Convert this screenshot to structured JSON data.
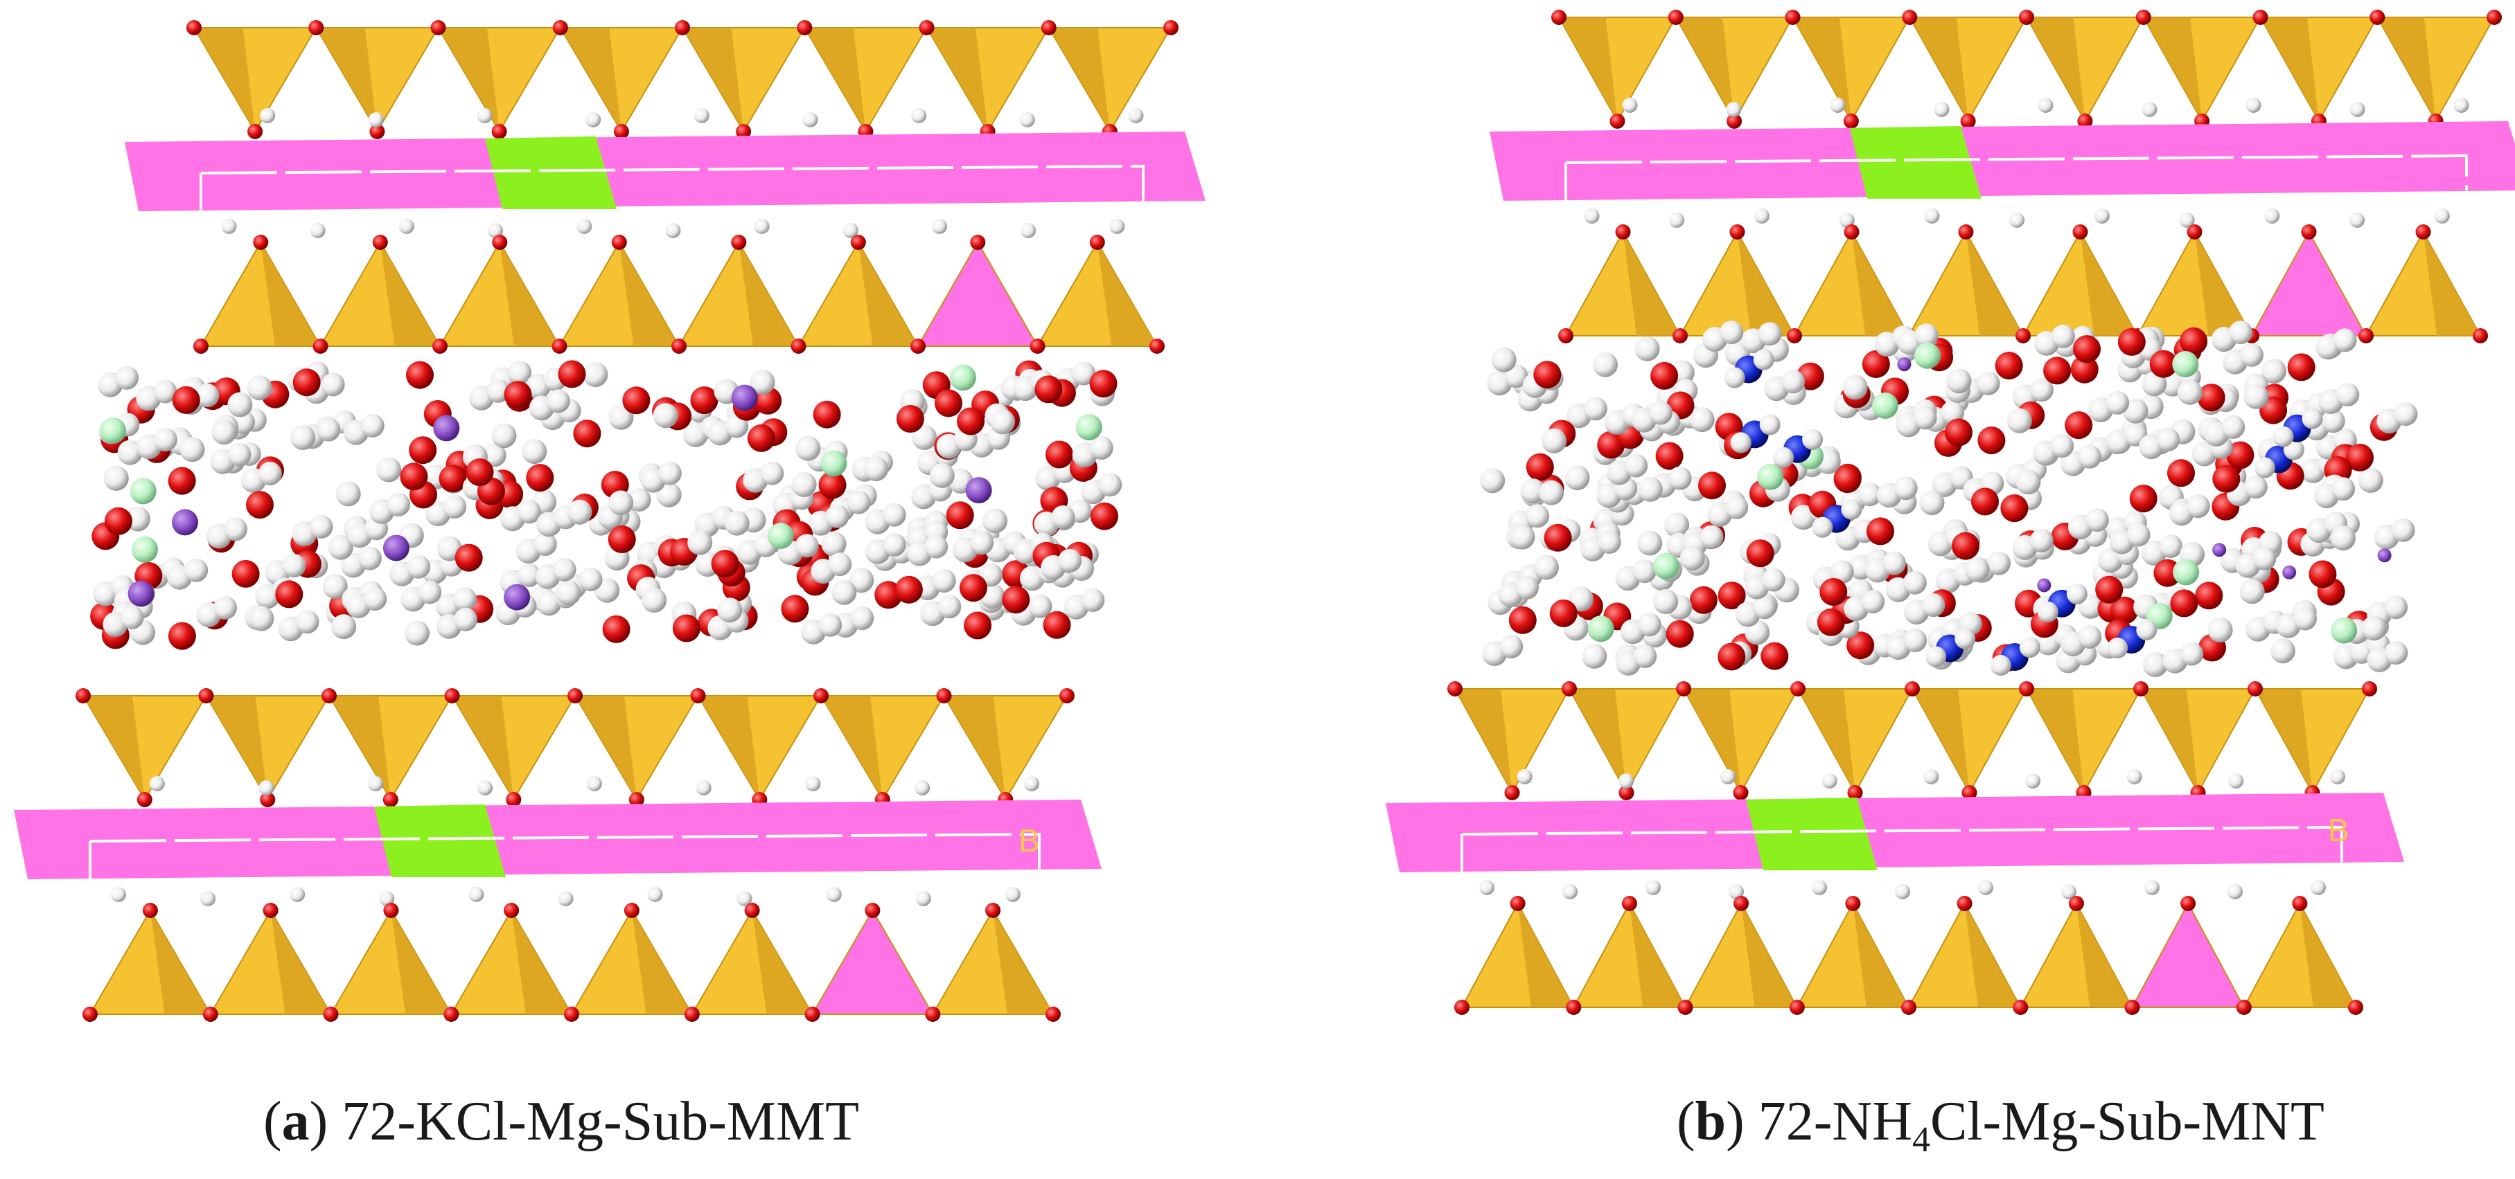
{
  "figure": {
    "panels": [
      {
        "id": "a",
        "label": "a",
        "title": "72-KCl-Mg-Sub-MMT",
        "cell_letter": "B"
      },
      {
        "id": "b",
        "label": "b",
        "title_pre": "72-NH",
        "title_sub": "4",
        "title_post": "Cl-Mg-Sub-MNT",
        "cell_letter": "B"
      }
    ]
  },
  "colors": {
    "tetrahedron": "#f5c232",
    "tetrahedron_shadow": "#d9a21e",
    "octahedral_sheet": "#ff73e6",
    "mg_substitution": "#8cf01e",
    "oxygen": "#e01010",
    "hydrogen": "#f0f0f0",
    "potassium": "#8a50c8",
    "chloride": "#b8f0c0",
    "nitrogen": "#1428d2",
    "cell_line": "#ffffff"
  }
}
